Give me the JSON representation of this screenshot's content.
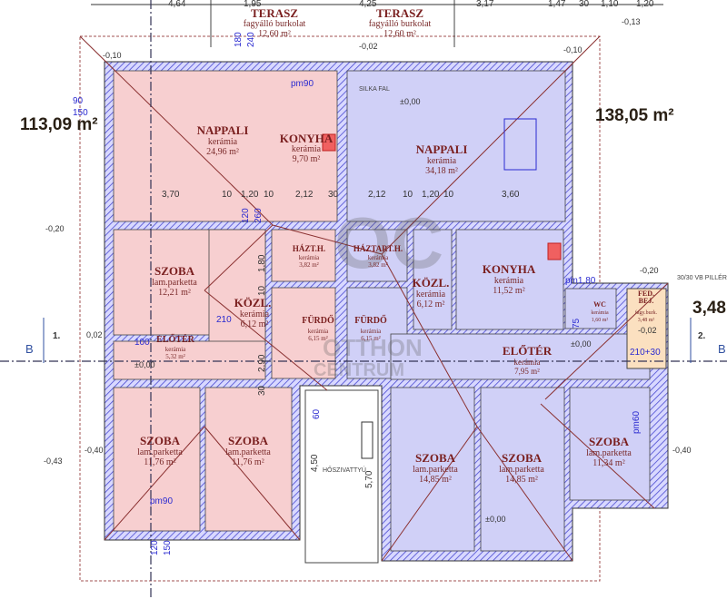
{
  "colors": {
    "unit_left": "#f7cfd0",
    "unit_right": "#d0d0f7",
    "fed_bej": "#fbe0c0",
    "wall": "#5a5ad8",
    "roof_line": "#7a2a2a"
  },
  "unit_areas": {
    "left": "113,09 m²",
    "right": "138,05 m²",
    "fed": "3,48 m²"
  },
  "rooms": [
    {
      "name": "TERASZ",
      "floor": "fagyálló burkolat",
      "area": "12,60 m²"
    },
    {
      "name": "TERASZ",
      "floor": "fagyálló burkolat",
      "area": "12,60 m²"
    },
    {
      "name": "NAPPALI",
      "floor": "kerámia",
      "area": "24,96 m²"
    },
    {
      "name": "KONYHA",
      "floor": "kerámia",
      "area": "9,70 m²"
    },
    {
      "name": "NAPPALI",
      "floor": "kerámia",
      "area": "34,18 m²"
    },
    {
      "name": "SZOBA",
      "floor": "lam.parketta",
      "area": "12,21 m²"
    },
    {
      "name": "HÁZT.H.",
      "floor": "kerámia",
      "area": "3,82 m²"
    },
    {
      "name": "HÁZTART.H.",
      "floor": "kerámia",
      "area": "3,82 m²"
    },
    {
      "name": "KÖZL.",
      "floor": "kerámia",
      "area": "6,12 m²"
    },
    {
      "name": "KÖZL.",
      "floor": "kerámia",
      "area": "6,12 m²"
    },
    {
      "name": "KONYHA",
      "floor": "kerámia",
      "area": "11,52 m²"
    },
    {
      "name": "FÜRDŐ",
      "floor": "kerámia",
      "area": "6,15 m²"
    },
    {
      "name": "FÜRDŐ",
      "floor": "kerámia",
      "area": "6,15 m²"
    },
    {
      "name": "ELŐTÉR",
      "floor": "kerámia",
      "area": "5,32 m²"
    },
    {
      "name": "ELŐTÉR",
      "floor": "kerámia",
      "area": "7,95 m²"
    },
    {
      "name": "SZOBA",
      "floor": "lam.parketta",
      "area": "11,76 m²"
    },
    {
      "name": "SZOBA",
      "floor": "lam.parketta",
      "area": "11,76 m²"
    },
    {
      "name": "SZOBA",
      "floor": "lam.parketta",
      "area": "14,85 m²"
    },
    {
      "name": "SZOBA",
      "floor": "lam.parketta",
      "area": "14,85 m²"
    },
    {
      "name": "SZOBA",
      "floor": "lam.parketta",
      "area": "11,34 m²"
    },
    {
      "name": "FED. BEJ.",
      "floor": "fagy.burk.",
      "area": "3,48 m²"
    },
    {
      "name": "WC",
      "floor": "kerámia",
      "area": "1,60 m²"
    }
  ],
  "top_dims": [
    "4,64",
    "1,95",
    "4,25",
    "3,17",
    "1,47",
    "30",
    "1,10",
    "1,20"
  ],
  "inner_dims": {
    "left": [
      "3,70",
      "10",
      "1,20",
      "10",
      "2,12",
      "30"
    ],
    "right": [
      "2,12",
      "10",
      "1,20",
      "10",
      "3,60"
    ]
  },
  "vertical_dims": [
    "1,80",
    "10",
    "2,90",
    "30",
    "4,50",
    "5,70"
  ],
  "levels": [
    "-0,10",
    "-0,02",
    "-0,10",
    "-0,13",
    "±0,00",
    "±0,00",
    "±0,00",
    "±0,00",
    "-0,20",
    "-0,20",
    "-0,02",
    "-0,40",
    "-0,43",
    "-0,40",
    "0,02"
  ],
  "openings": [
    "pm90",
    "90",
    "150",
    "180",
    "240",
    "120",
    "260",
    "210",
    "100",
    "60",
    "pm60",
    "pm1,80",
    "75",
    "210+30",
    "pm90",
    "120",
    "150"
  ],
  "notes": {
    "silka": "SILKA FAL",
    "piller": "30/30 VB PILLÉR",
    "pump": "HŐSZIVATTYÚ"
  },
  "section": {
    "letter": "B",
    "mark1": "1.",
    "mark2": "2."
  },
  "watermark": {
    "logo": "OC",
    "line1": "OTTHON",
    "line2": "CENTRUM"
  }
}
